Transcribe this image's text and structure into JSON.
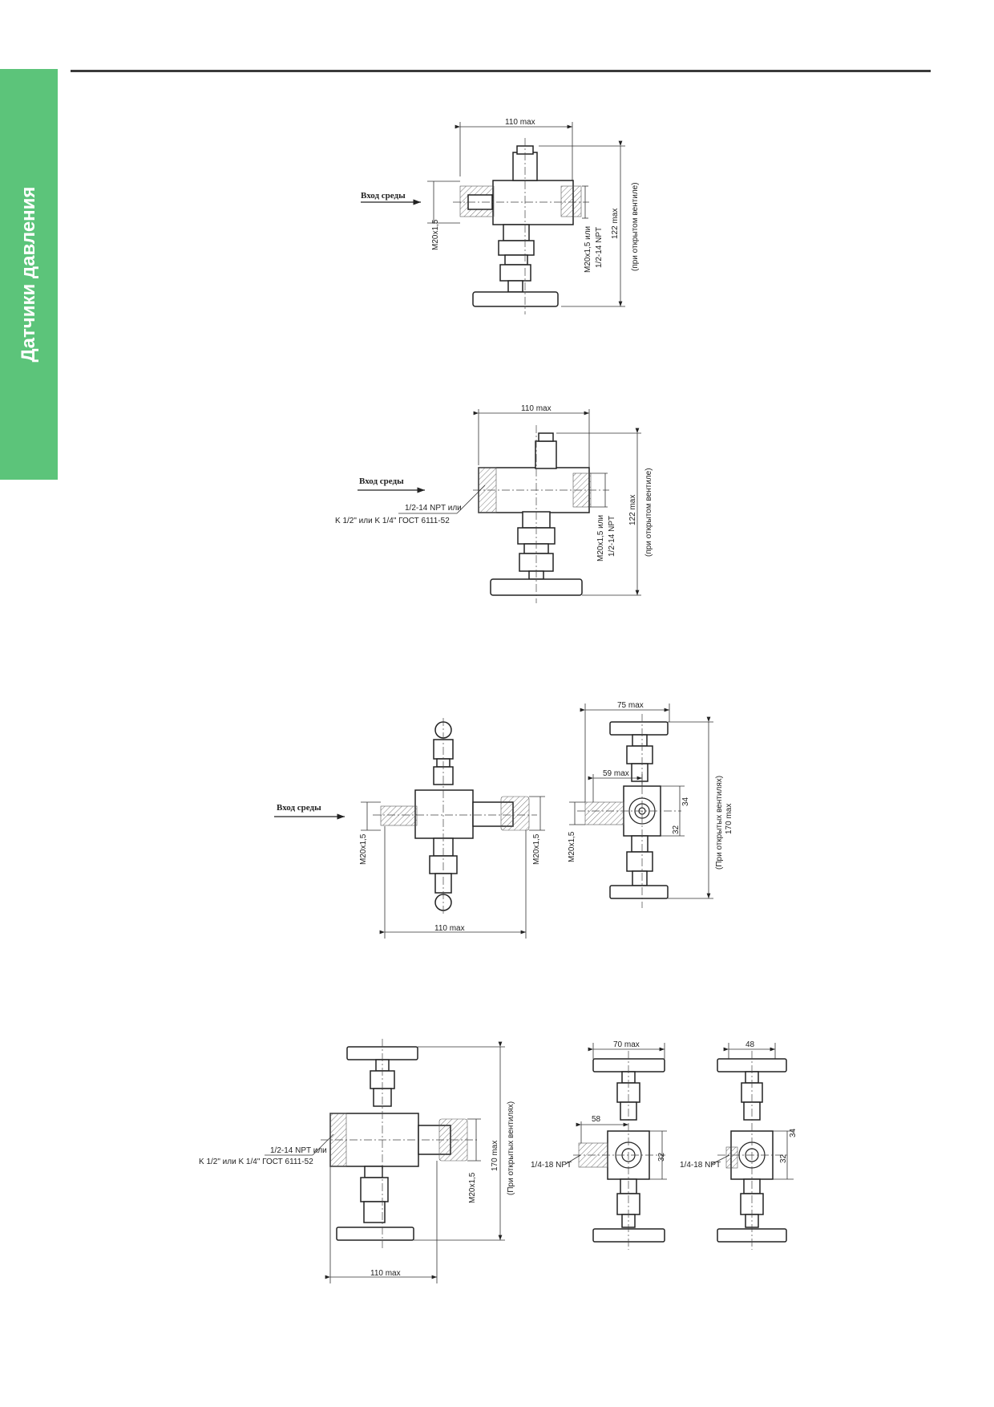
{
  "sidebar": {
    "tab_label": "Датчики давления",
    "color": "#5cc47a"
  },
  "drawings": {
    "d1": {
      "inlet": "Вход среды",
      "width": "110 max",
      "thread_left": "M20x1,5",
      "thread_right_1": "M20x1,5 или",
      "thread_right_2": "1/2-14 NPT",
      "height": "122 max",
      "height_note": "(при открытом вентиле)"
    },
    "d2": {
      "inlet": "Вход среды",
      "width": "110 max",
      "port_1": "1/2-14 NPT или",
      "port_2": "K 1/2\" или K 1/4\" ГОСТ 6111-52",
      "thread_1": "M20x1,5 или",
      "thread_2": "1/2-14 NPT",
      "height": "122 max",
      "height_note": "(при открытом вентиле)"
    },
    "d3": {
      "inlet": "Вход среды",
      "thread_left": "M20x1,5",
      "thread_right": "M20x1,5",
      "width": "110 max",
      "side_width": "75 max",
      "side_offset": "59 max",
      "side_thread": "M20x1,5",
      "sq_32": "32",
      "sq_34": "34",
      "height": "170 max",
      "height_note": "(При открытых вентилях)"
    },
    "d4": {
      "port_1": "1/2-14 NPT или",
      "port_2": "K 1/2\" или K 1/4\" ГОСТ 6111-52",
      "thread": "M20x1,5",
      "height": "170 max",
      "height_note": "(При открытых вентилях)",
      "width": "110 max",
      "side_width": "70 max",
      "side_offset": "58",
      "side_port": "1/4-18 NPT",
      "side_sq": "32",
      "third_width": "48",
      "third_port": "1/4-18 NPT",
      "third_sq_32": "32",
      "third_sq_34": "34"
    }
  }
}
